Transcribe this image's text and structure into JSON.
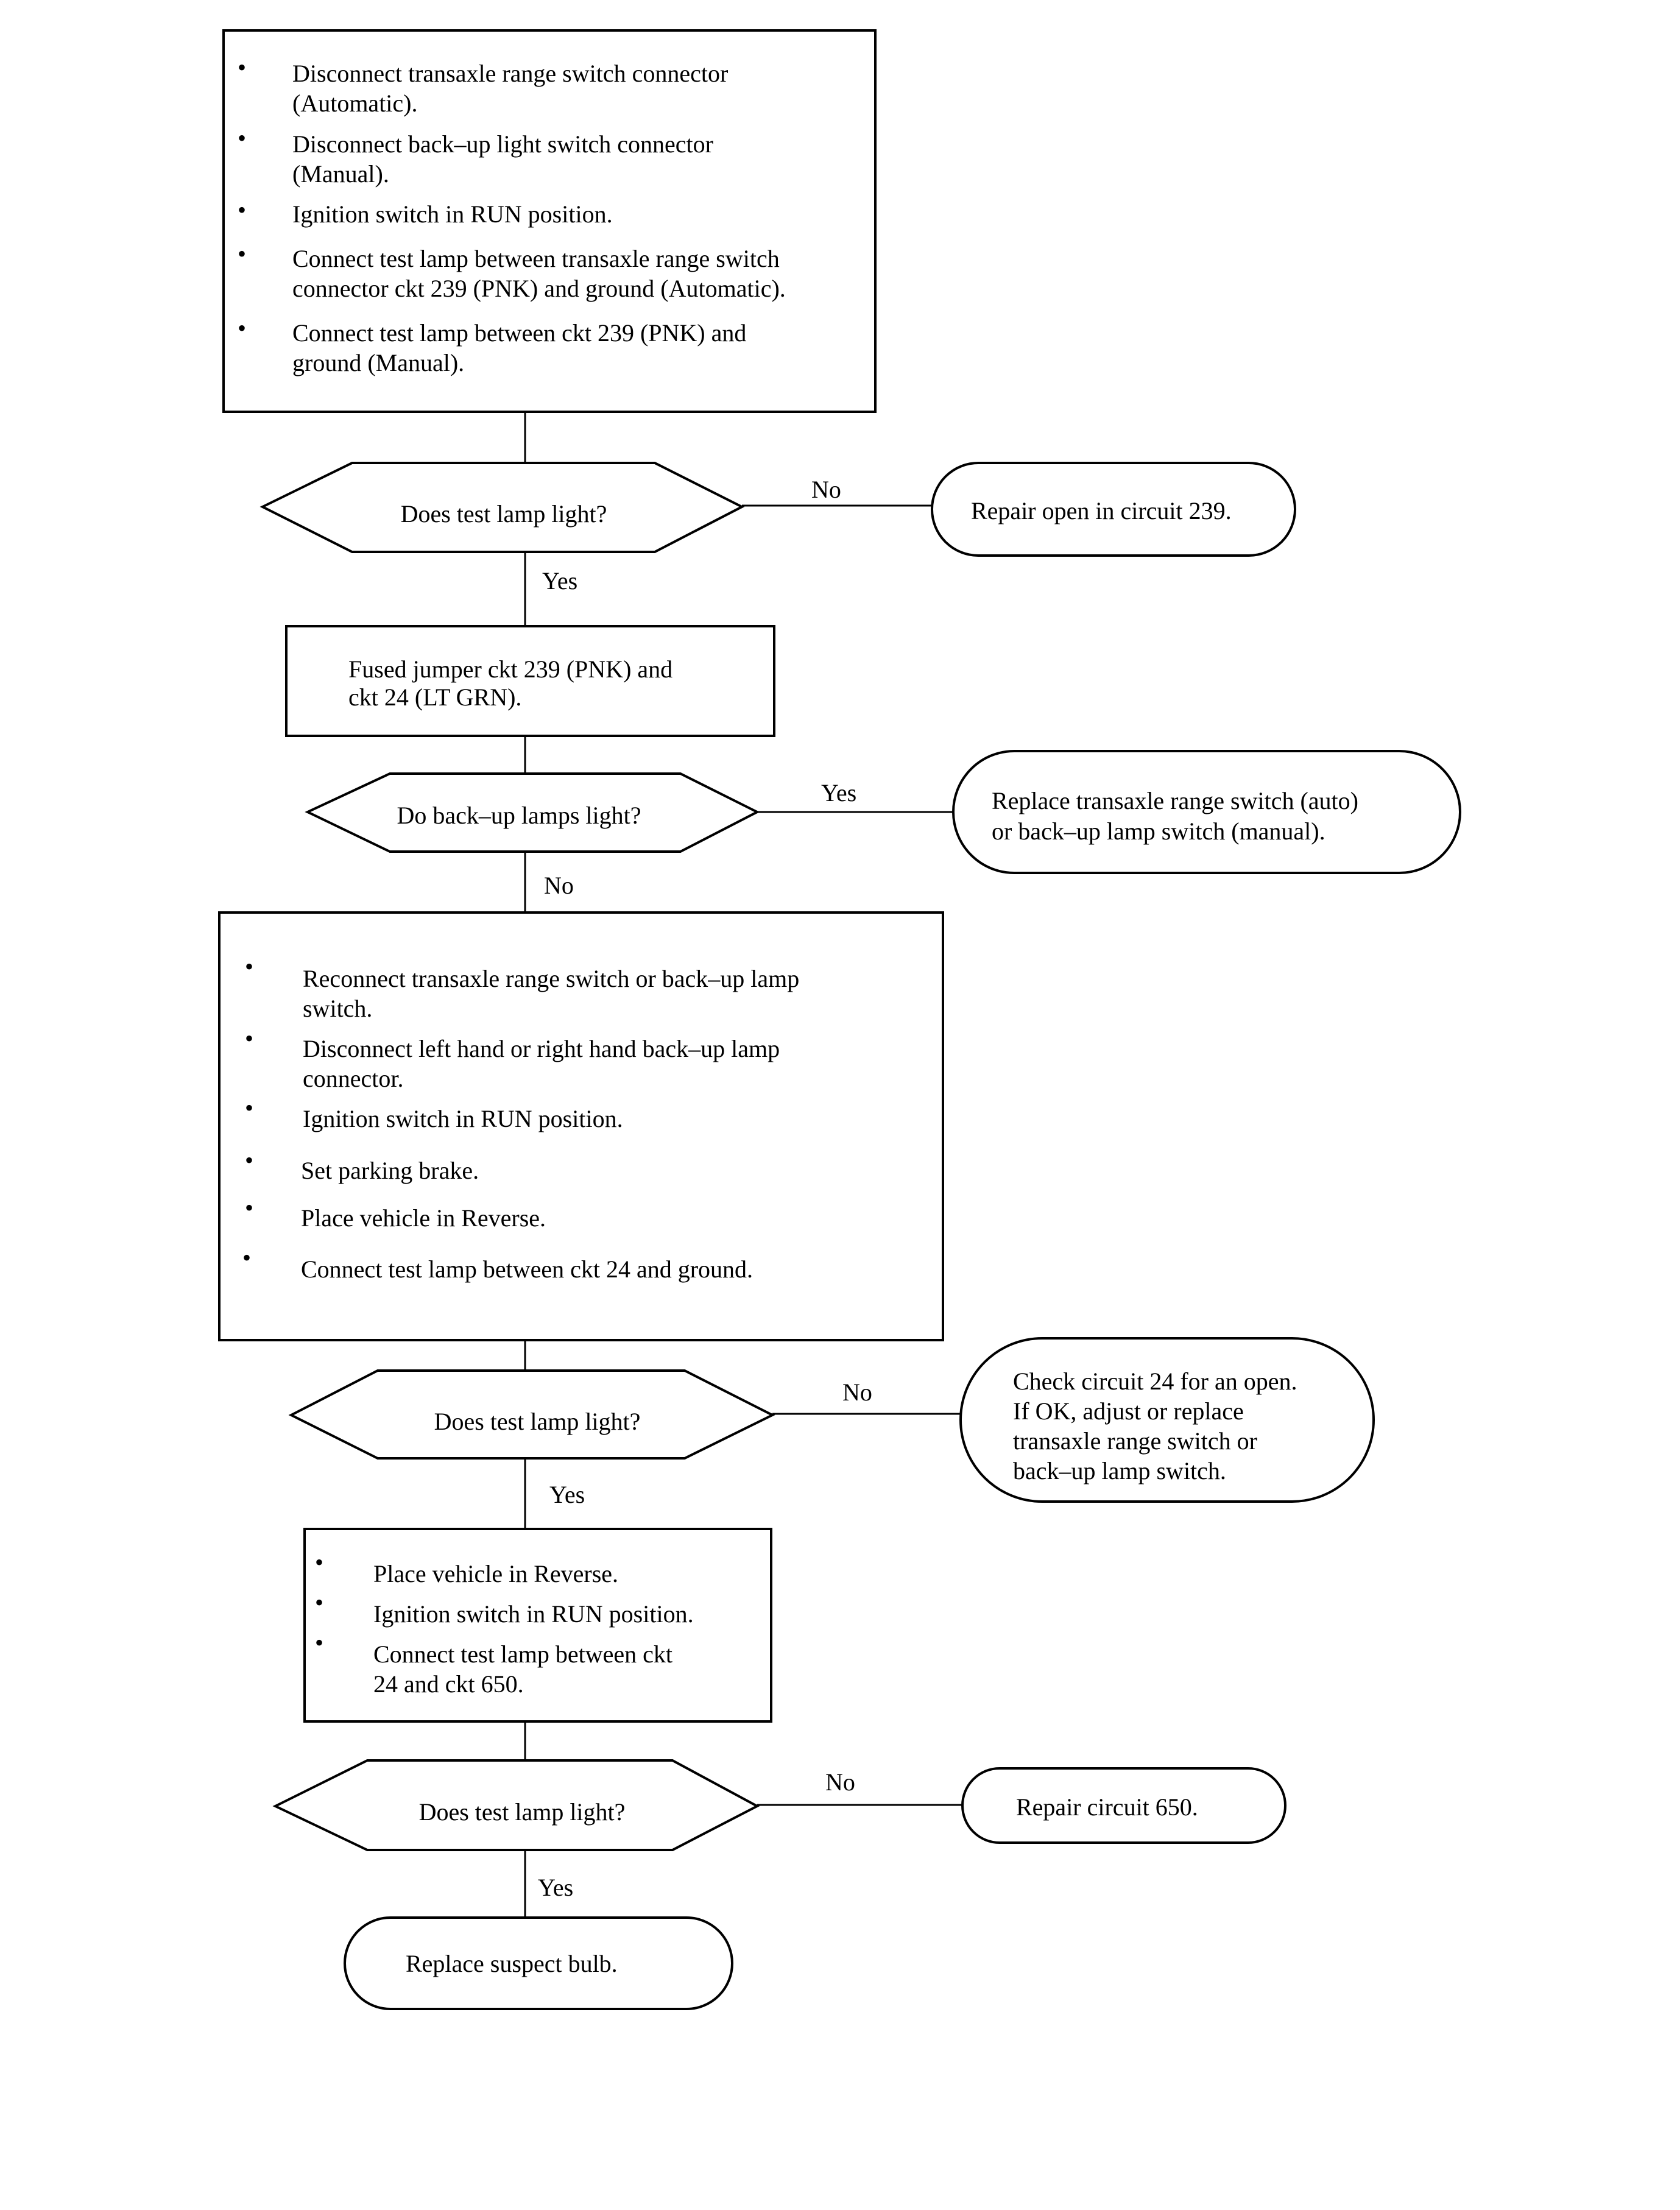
{
  "steps": {
    "step1": {
      "bullets": [
        [
          "Disconnect transaxle range switch connector",
          "(Automatic)."
        ],
        [
          "Disconnect back–up light switch connector",
          "(Manual)."
        ],
        [
          "Ignition switch in RUN position."
        ],
        [
          "Connect test lamp between transaxle range switch",
          "connector ckt 239 (PNK) and ground (Automatic)."
        ],
        [
          "Connect test lamp between ckt 239 (PNK) and",
          "ground (Manual)."
        ]
      ]
    },
    "step2": {
      "lines": [
        "Fused jumper ckt 239 (PNK) and",
        "ckt 24 (LT GRN)."
      ]
    },
    "step3": {
      "bullets": [
        [
          "Reconnect transaxle range switch or back–up lamp",
          "switch."
        ],
        [
          "Disconnect left hand or right hand back–up lamp",
          "connector."
        ],
        [
          "Ignition switch in RUN position."
        ],
        [
          "Set parking brake."
        ],
        [
          "Place vehicle in Reverse."
        ],
        [
          "Connect test lamp between ckt 24 and ground."
        ]
      ]
    },
    "step4": {
      "bullets": [
        [
          "Place vehicle in Reverse."
        ],
        [
          "Ignition switch in RUN position."
        ],
        [
          "Connect test lamp between ckt",
          "24 and ckt 650."
        ]
      ]
    }
  },
  "decisions": {
    "d1": "Does test lamp light?",
    "d2": "Do back–up lamps light?",
    "d3": "Does test lamp light?",
    "d4": "Does test lamp light?"
  },
  "outcomes": {
    "o1": [
      "Repair open in circuit 239."
    ],
    "o2": [
      "Replace transaxle range switch (auto)",
      "or back–up lamp switch (manual)."
    ],
    "o3": [
      "Check circuit 24 for an open.",
      "If OK, adjust or replace",
      "transaxle range switch or",
      "back–up lamp switch."
    ],
    "o4": [
      "Repair circuit 650."
    ],
    "o5": [
      "Replace suspect bulb."
    ]
  },
  "branch_labels": {
    "d1_side": "No",
    "d1_down": "Yes",
    "d2_side": "Yes",
    "d2_down": "No",
    "d3_side": "No",
    "d3_down": "Yes",
    "d4_side": "No",
    "d4_down": "Yes"
  },
  "bullet_glyph": "•"
}
